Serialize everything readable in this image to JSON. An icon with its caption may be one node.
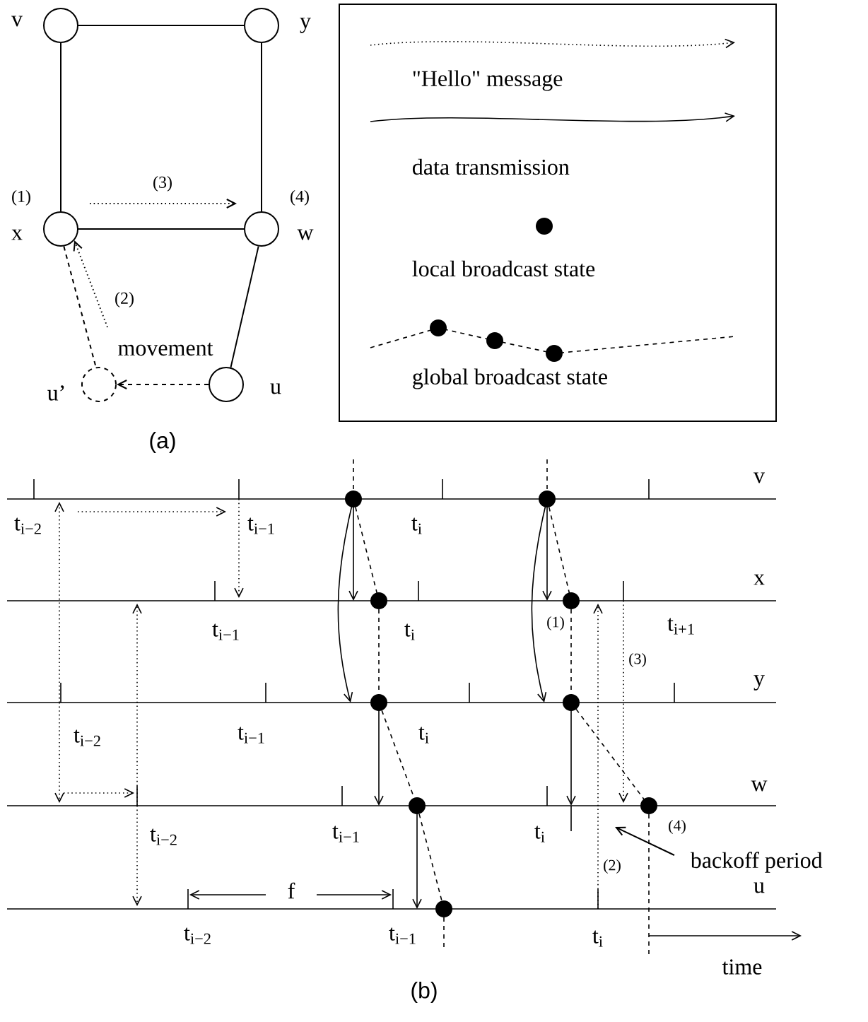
{
  "diagram": {
    "nodes": [
      {
        "text": [],
        "shape": "circle",
        "beside": [
          "v"
        ]
      },
      {
        "text": [],
        "shape": "circle",
        "beside": [
          "y"
        ]
      },
      {
        "text": [],
        "shape": "circle",
        "beside": [
          "(1)",
          "x"
        ]
      },
      {
        "text": [],
        "shape": "circle",
        "beside": [
          "(4)",
          "w"
        ]
      },
      {
        "text": [],
        "shape": "circle",
        "beside": [
          "u’"
        ]
      },
      {
        "text": [],
        "shape": "circle",
        "beside": [
          "u"
        ]
      },
      {
        "text": [
          "backoff period"
        ]
      }
    ],
    "edges": [
      {
        "from": 0,
        "to": 1,
        "arrow": "none"
      },
      {
        "from": 0,
        "to": 2,
        "arrow": "none"
      },
      {
        "from": 1,
        "to": 3,
        "arrow": "none"
      },
      {
        "from": 2,
        "to": 3,
        "arrow": "none"
      },
      {
        "from": 3,
        "to": 5,
        "arrow": "none"
      },
      {
        "from": 2,
        "to": 3,
        "arrow": "to",
        "style": "dashed",
        "label": "(3)"
      },
      {
        "from": 2,
        "to": 4,
        "arrow": "none",
        "style": "dashed"
      },
      {
        "from": 4,
        "to": 2,
        "arrow": "to",
        "style": "dashed",
        "label": "(2)"
      },
      {
        "from": 5,
        "to": 4,
        "arrow": "to",
        "style": "dashed",
        "label": "movement"
      },
      {
        "from": 6,
        "to": null,
        "arrow": "to"
      }
    ],
    "labels": [
      "(a)",
      "v",
      "t$_{i−2}$",
      "t$_{i−1}$",
      "t$_{i}$",
      "x",
      "t$_{i−1}$",
      "t$_{i}$",
      "(1)",
      "t$_{i+1}$",
      "(3)",
      "y",
      "t$_{i−2}$",
      "t$_{i−1}$",
      "t$_{i}$",
      "w",
      "t$_{i−2}$",
      "t$_{i−1}$",
      "t$_{i}$",
      "(4)",
      "(2)",
      "u",
      "f",
      "t$_{i−2}$",
      "t$_{i−1}$",
      "t$_{i}$",
      "time",
      "(b)"
    ],
    "legend": [
      {
        "text": "\"Hello\" message"
      },
      {
        "text": "data transmission"
      },
      {
        "text": "local broadcast state"
      },
      {
        "text": "global broadcast state"
      }
    ]
  }
}
